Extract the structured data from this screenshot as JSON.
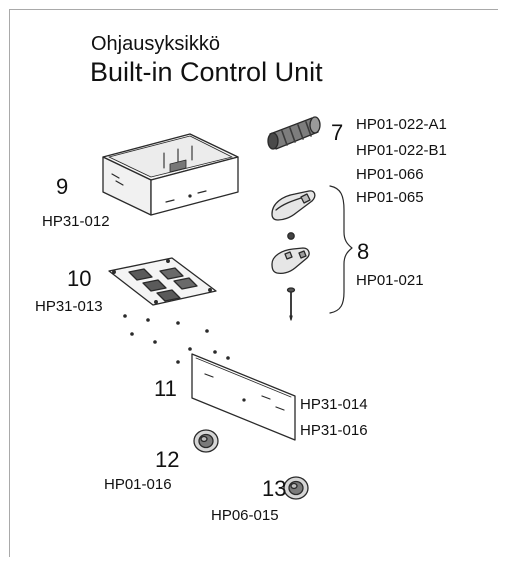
{
  "diagram": {
    "title_fi": "Ohjausyksikkö",
    "title_en": "Built-in Control Unit",
    "parts": [
      {
        "number": "7",
        "codes": [
          "HP01-022-A1",
          "HP01-022-B1",
          "HP01-066",
          "HP01-065"
        ]
      },
      {
        "number": "8",
        "codes": [
          "HP01-021"
        ]
      },
      {
        "number": "9",
        "codes": [
          "HP31-012"
        ]
      },
      {
        "number": "10",
        "codes": [
          "HP31-013"
        ]
      },
      {
        "number": "11",
        "codes": [
          "HP31-014",
          "HP31-016"
        ]
      },
      {
        "number": "12",
        "codes": [
          "HP01-016"
        ]
      },
      {
        "number": "13",
        "codes": [
          "HP06-015"
        ]
      }
    ]
  }
}
